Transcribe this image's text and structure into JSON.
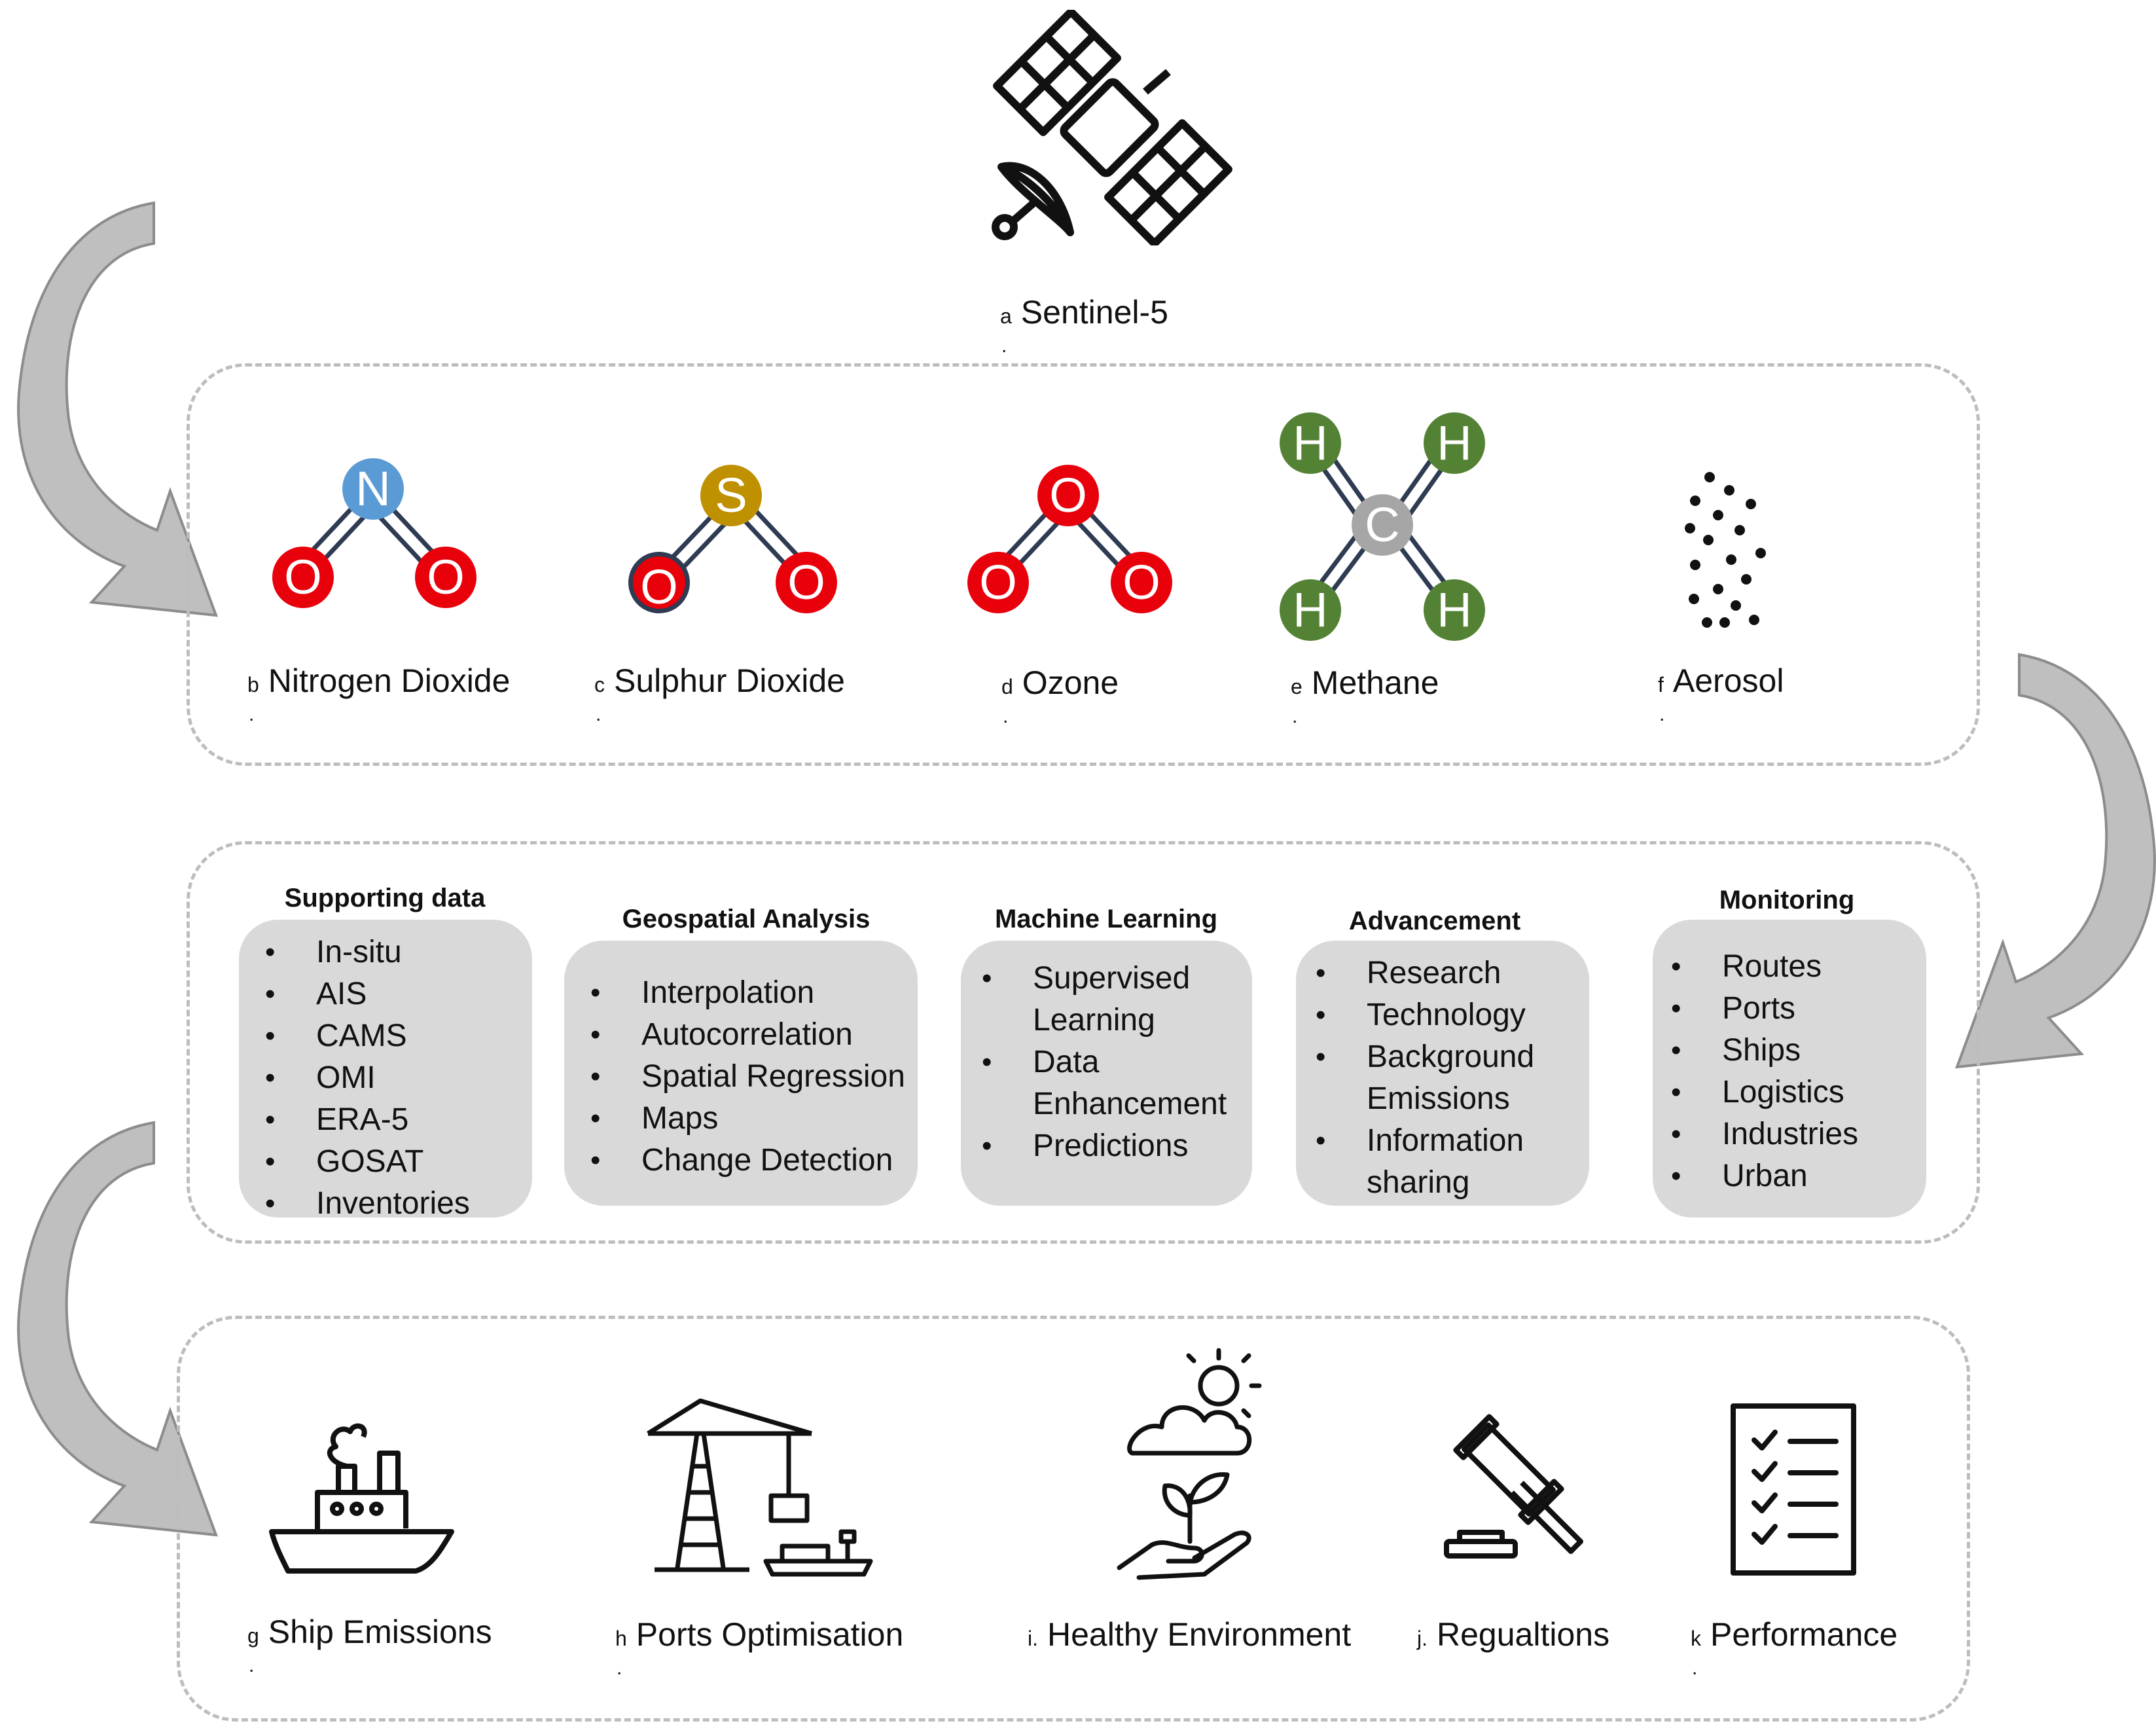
{
  "colors": {
    "oxygen": "#e8000b",
    "nitrogen": "#5b9bd5",
    "sulphur": "#bf9000",
    "hydrogen": "#548235",
    "carbon": "#a6a6a6",
    "dashed_border": "#bdbdbd",
    "panel_fill": "#d9d9d9",
    "arrow_fill": "#bfbfbf"
  },
  "icons": [
    "satellite-icon",
    "ship-icon",
    "port-crane-icon",
    "healthy-environment-icon",
    "gavel-icon",
    "checklist-icon",
    "curved-arrow-icon"
  ],
  "source": {
    "letter": "a",
    "label": "Sentinel-5",
    "dot": "."
  },
  "pollutants": [
    {
      "letter": "b",
      "label": "Nitrogen Dioxide",
      "dot": "."
    },
    {
      "letter": "c",
      "label": "Sulphur Dioxide",
      "dot": "."
    },
    {
      "letter": "d",
      "label": "Ozone",
      "dot": "."
    },
    {
      "letter": "e",
      "label": "Methane",
      "dot": "."
    },
    {
      "letter": "f",
      "label": "Aerosol",
      "dot": "."
    }
  ],
  "atoms": {
    "no2": [
      "N",
      "O",
      "O"
    ],
    "so2": [
      "S",
      "O",
      "O"
    ],
    "o3": [
      "O",
      "O",
      "O"
    ],
    "ch4": [
      "C",
      "H",
      "H",
      "H",
      "H"
    ]
  },
  "methods": [
    {
      "title": "Supporting data",
      "items": [
        "In-situ",
        "AIS",
        "CAMS",
        "OMI",
        "ERA-5",
        "GOSAT",
        "Inventories"
      ]
    },
    {
      "title": "Geospatial Analysis",
      "items": [
        "Interpolation",
        "Autocorrelation",
        "Spatial Regression",
        "Maps",
        "Change Detection"
      ]
    },
    {
      "title": "Machine Learning",
      "items": [
        [
          "Supervised",
          "Learning"
        ],
        [
          "Data",
          "Enhancement"
        ],
        [
          "Predictions"
        ]
      ]
    },
    {
      "title": "Advancement",
      "items": [
        [
          "Research"
        ],
        [
          "Technology"
        ],
        [
          "Background",
          "Emissions"
        ],
        [
          "Information",
          "sharing"
        ]
      ]
    },
    {
      "title": "Monitoring",
      "items": [
        "Routes",
        "Ports",
        "Ships",
        "Logistics",
        "Industries",
        "Urban"
      ]
    }
  ],
  "outcomes": [
    {
      "letter": "g",
      "label": "Ship Emissions",
      "dot": "."
    },
    {
      "letter": "h",
      "label": "Ports Optimisation",
      "dot": "."
    },
    {
      "letter": "i.",
      "label": "Healthy Environment",
      "dot": ""
    },
    {
      "letter": "j.",
      "label": "Regualtions",
      "dot": ""
    },
    {
      "letter": "k",
      "label": "Performance",
      "dot": "."
    }
  ]
}
